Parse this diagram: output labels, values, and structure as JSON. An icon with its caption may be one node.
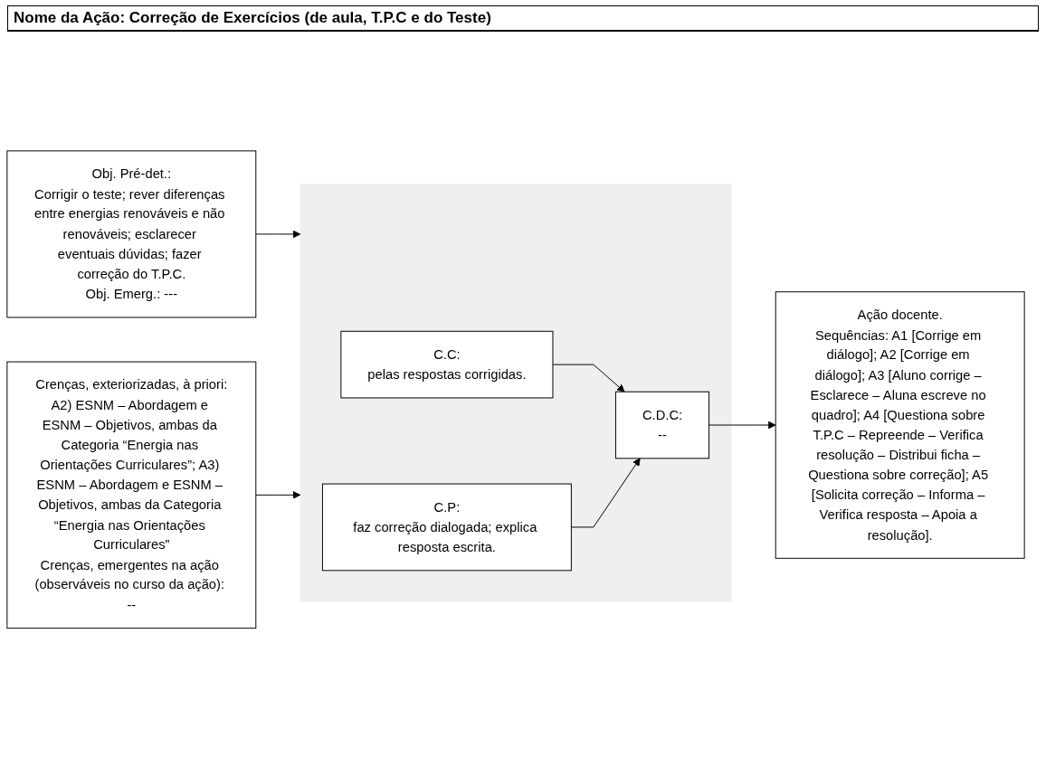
{
  "diagram": {
    "title": "Nome da Ação: Correção de Exercícios (de aula, T.P.C e do Teste)",
    "nodes": [
      {
        "text": [
          "Obj. Pré-det.:",
          "Corrigir o teste; rever diferenças entre energias renováveis e não renováveis; esclarecer eventuais dúvidas; fazer correção do T.P.C.",
          "Obj. Emerg.: ---"
        ]
      },
      {
        "text": [],
        "shape": "box"
      },
      {
        "text": [
          "C.C:",
          "pelas respostas corrigidas."
        ],
        "in": 1
      },
      {
        "text": [
          "C.D.C:",
          "--"
        ],
        "in": 1
      },
      {
        "text": [
          "C.P:",
          "faz correção dialogada; explica resposta escrita."
        ],
        "in": 1
      },
      {
        "text": [
          "Ação docente.",
          "Sequências: A1 [Corrige em diálogo]; A2 [Corrige em diálogo]; A3 [Aluno corrige – Esclarece – Aluna escreve no quadro]; A4 [Questiona sobre T.P.C – Repreende – Verifica resolução – Distribui ficha – Questiona sobre correção]; A5 [Solicita correção – Informa – Verifica resposta – Apoia a resolução]."
        ]
      },
      {
        "text": [
          "Crenças, exteriorizadas, à priori:",
          "A2) ESNM – Abordagem e ESNM – Objetivos, ambas da Categoria “Energia nas Orientações Curriculares”; A3) ESNM – Abordagem e ESNM – Objetivos, ambas da Categoria “Energia nas Orientações Curriculares”",
          "Crenças, emergentes na ação (observáveis no curso da ação): --"
        ]
      }
    ],
    "edges": [
      {
        "from": 0,
        "to": 1,
        "arrow": "to"
      },
      {
        "from": 6,
        "to": 1,
        "arrow": "to"
      },
      {
        "from": 2,
        "to": 3,
        "arrow": "to"
      },
      {
        "from": 4,
        "to": 3,
        "arrow": "to"
      },
      {
        "from": 3,
        "to": 5,
        "arrow": "to"
      }
    ]
  }
}
